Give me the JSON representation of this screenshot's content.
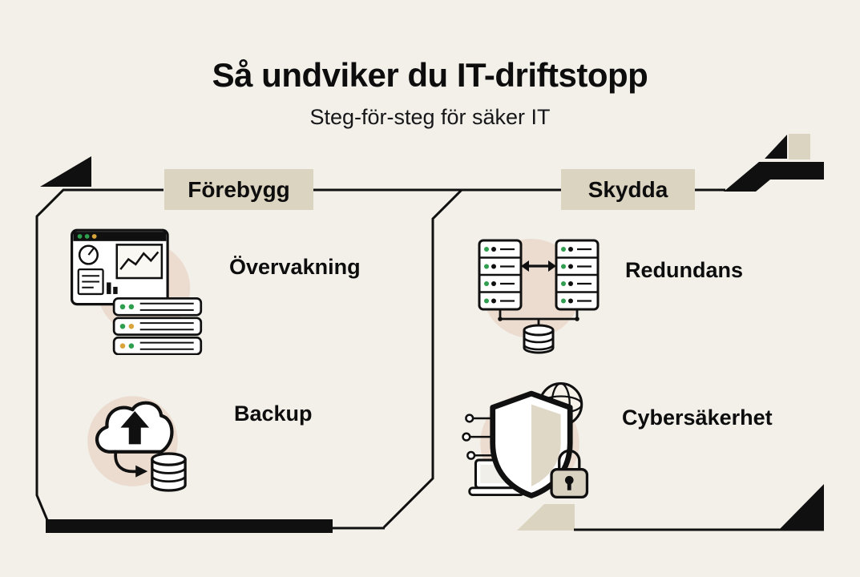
{
  "page": {
    "title": "Så undviker du IT-driftstopp",
    "subtitle": "Steg-för-steg för säker IT"
  },
  "sections": [
    {
      "id": "forebygg",
      "label": "Förebygg",
      "items": [
        {
          "label": "Övervakning",
          "icon": "monitoring-dashboard-icon"
        },
        {
          "label": "Backup",
          "icon": "cloud-backup-icon"
        }
      ]
    },
    {
      "id": "skydda",
      "label": "Skydda",
      "items": [
        {
          "label": "Redundans",
          "icon": "server-redundancy-icon"
        },
        {
          "label": "Cybersäkerhet",
          "icon": "cybersecurity-shield-icon"
        }
      ]
    }
  ],
  "colors": {
    "background": "#f2f0e9",
    "label_box": "#dbd4c1",
    "icon_circle": "#ecdcd0",
    "ink": "#101010",
    "status_green": "#2f9e4e",
    "status_yellow": "#d9a43a",
    "shield_inner": "#e0d8c6"
  }
}
